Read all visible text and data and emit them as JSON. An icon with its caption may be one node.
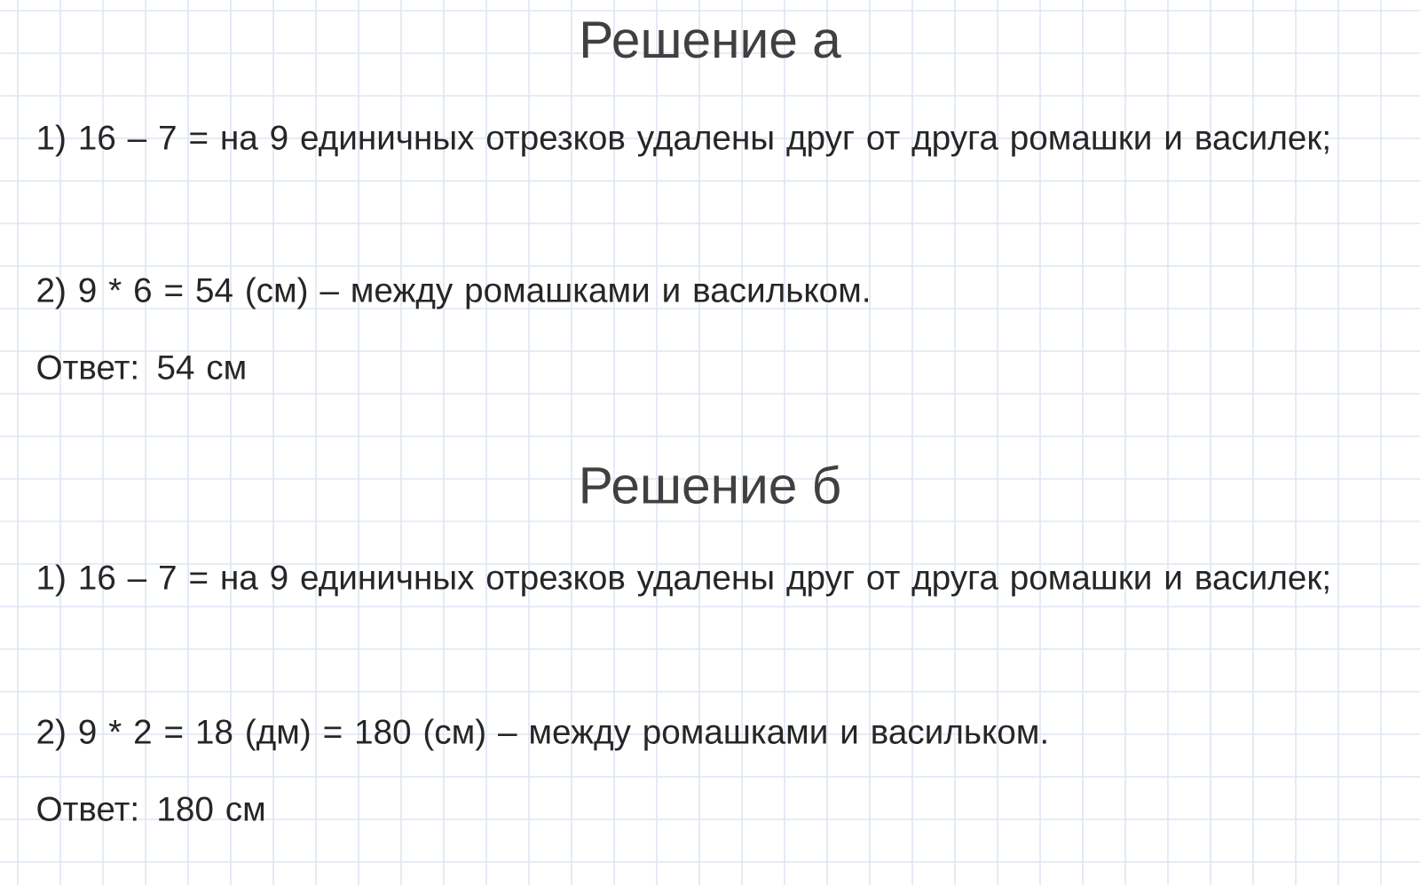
{
  "diagram": {
    "labels": [
      "Решение а",
      "1) 16 – 7 = на 9 единичных отрезков удалены друг от друга ромашки и василек;",
      "2) 9 * 6 = 54 (см) – между ромашками и васильком.",
      "Ответ: 54 см",
      "Решение б",
      "1) 16 – 7 = на 9 единичных отрезков удалены друг от друга ромашки и василек;",
      "2) 9 * 2 = 18 (дм) = 180 (см) – между ромашками и васильком.",
      "Ответ: 180 см"
    ]
  }
}
